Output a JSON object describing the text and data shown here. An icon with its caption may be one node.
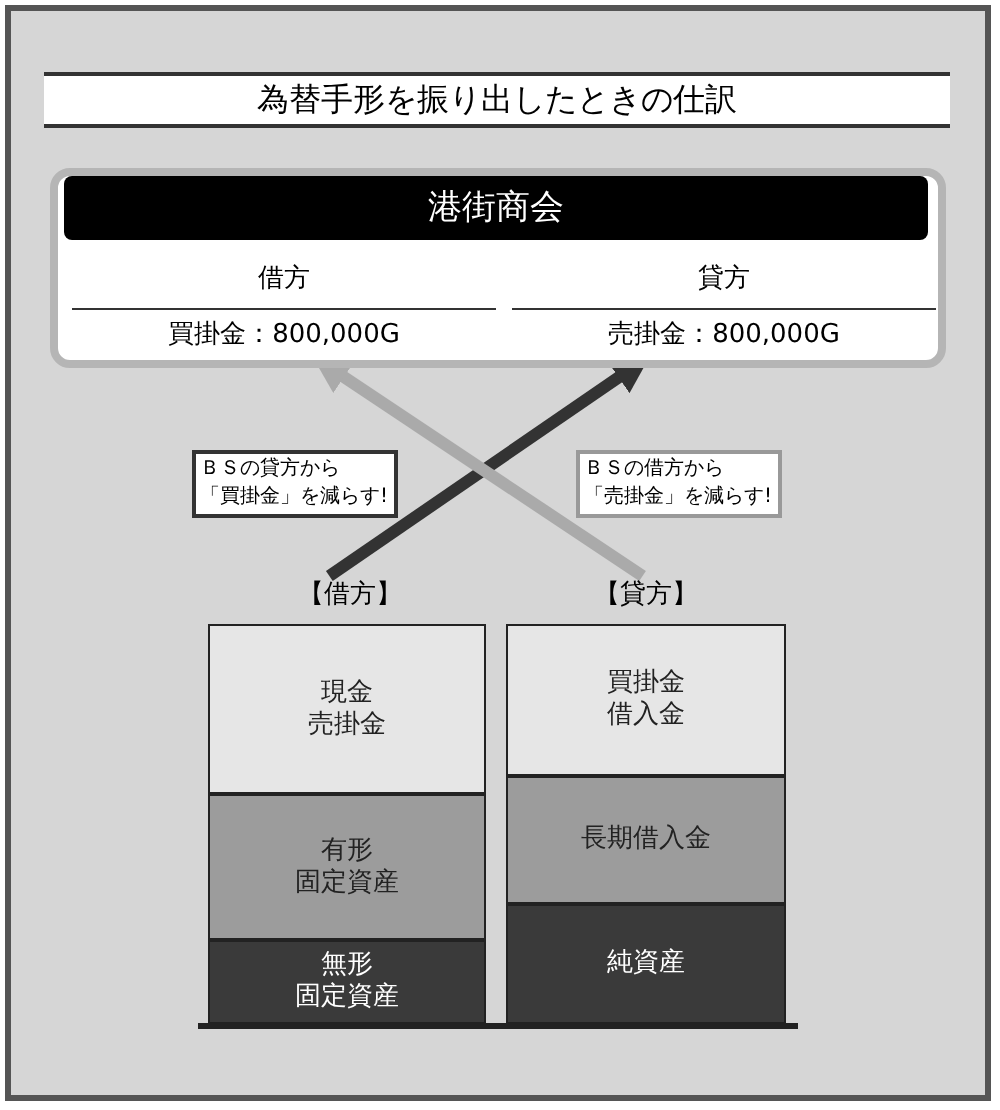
{
  "diagram": {
    "title": "為替手形を振り出したときの仕訳",
    "nodes": [
      {
        "text": [
          "港街商会"
        ]
      },
      {
        "text": [
          "借方",
          "買掛金：800,000G"
        ],
        "in": 0
      },
      {
        "text": [
          "貸方",
          "売掛金：800,000G"
        ],
        "in": 0
      },
      {
        "text": [
          "【借方】"
        ]
      },
      {
        "text": [
          "【貸方】"
        ]
      },
      {
        "text": [
          "ＢＳの貸方から「買掛金」を減らす!"
        ]
      },
      {
        "text": [
          "ＢＳの借方から「売掛金」を減らす!"
        ]
      },
      {
        "text": [
          "現金",
          "売掛金"
        ]
      },
      {
        "text": [
          "有形固定資産"
        ]
      },
      {
        "text": [
          "無形固定資産"
        ]
      },
      {
        "text": [
          "買掛金",
          "借入金"
        ]
      },
      {
        "text": [
          "長期借入金"
        ]
      },
      {
        "text": [
          "純資産"
        ]
      }
    ],
    "edges": [
      {
        "from": 3,
        "to": 2,
        "arrow": "to",
        "color": "#333333"
      },
      {
        "from": 4,
        "to": 1,
        "arrow": "to",
        "color": "#aaaaaa"
      }
    ]
  }
}
